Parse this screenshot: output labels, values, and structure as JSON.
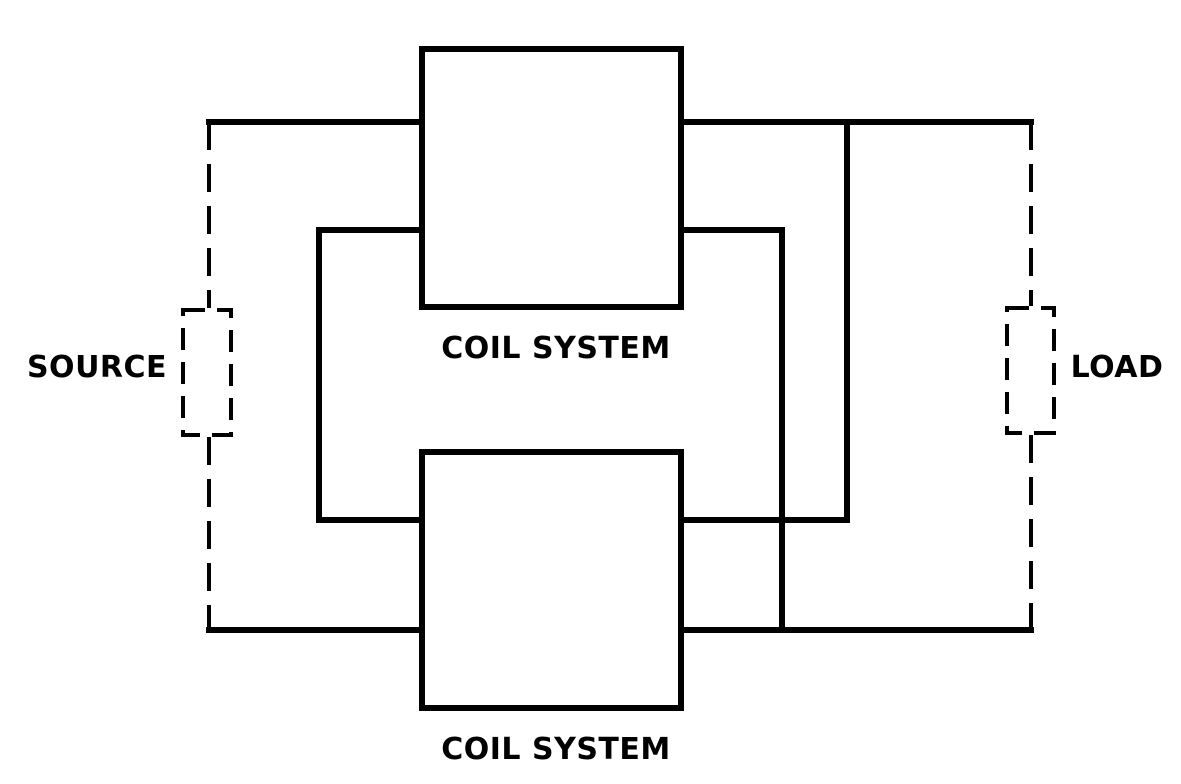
{
  "labels": {
    "source": "SOURCE",
    "load": "LOAD",
    "coil_top": "COIL SYSTEM",
    "coil_bottom": "COIL SYSTEM"
  },
  "colors": {
    "line": "#000000",
    "background": "#ffffff"
  }
}
